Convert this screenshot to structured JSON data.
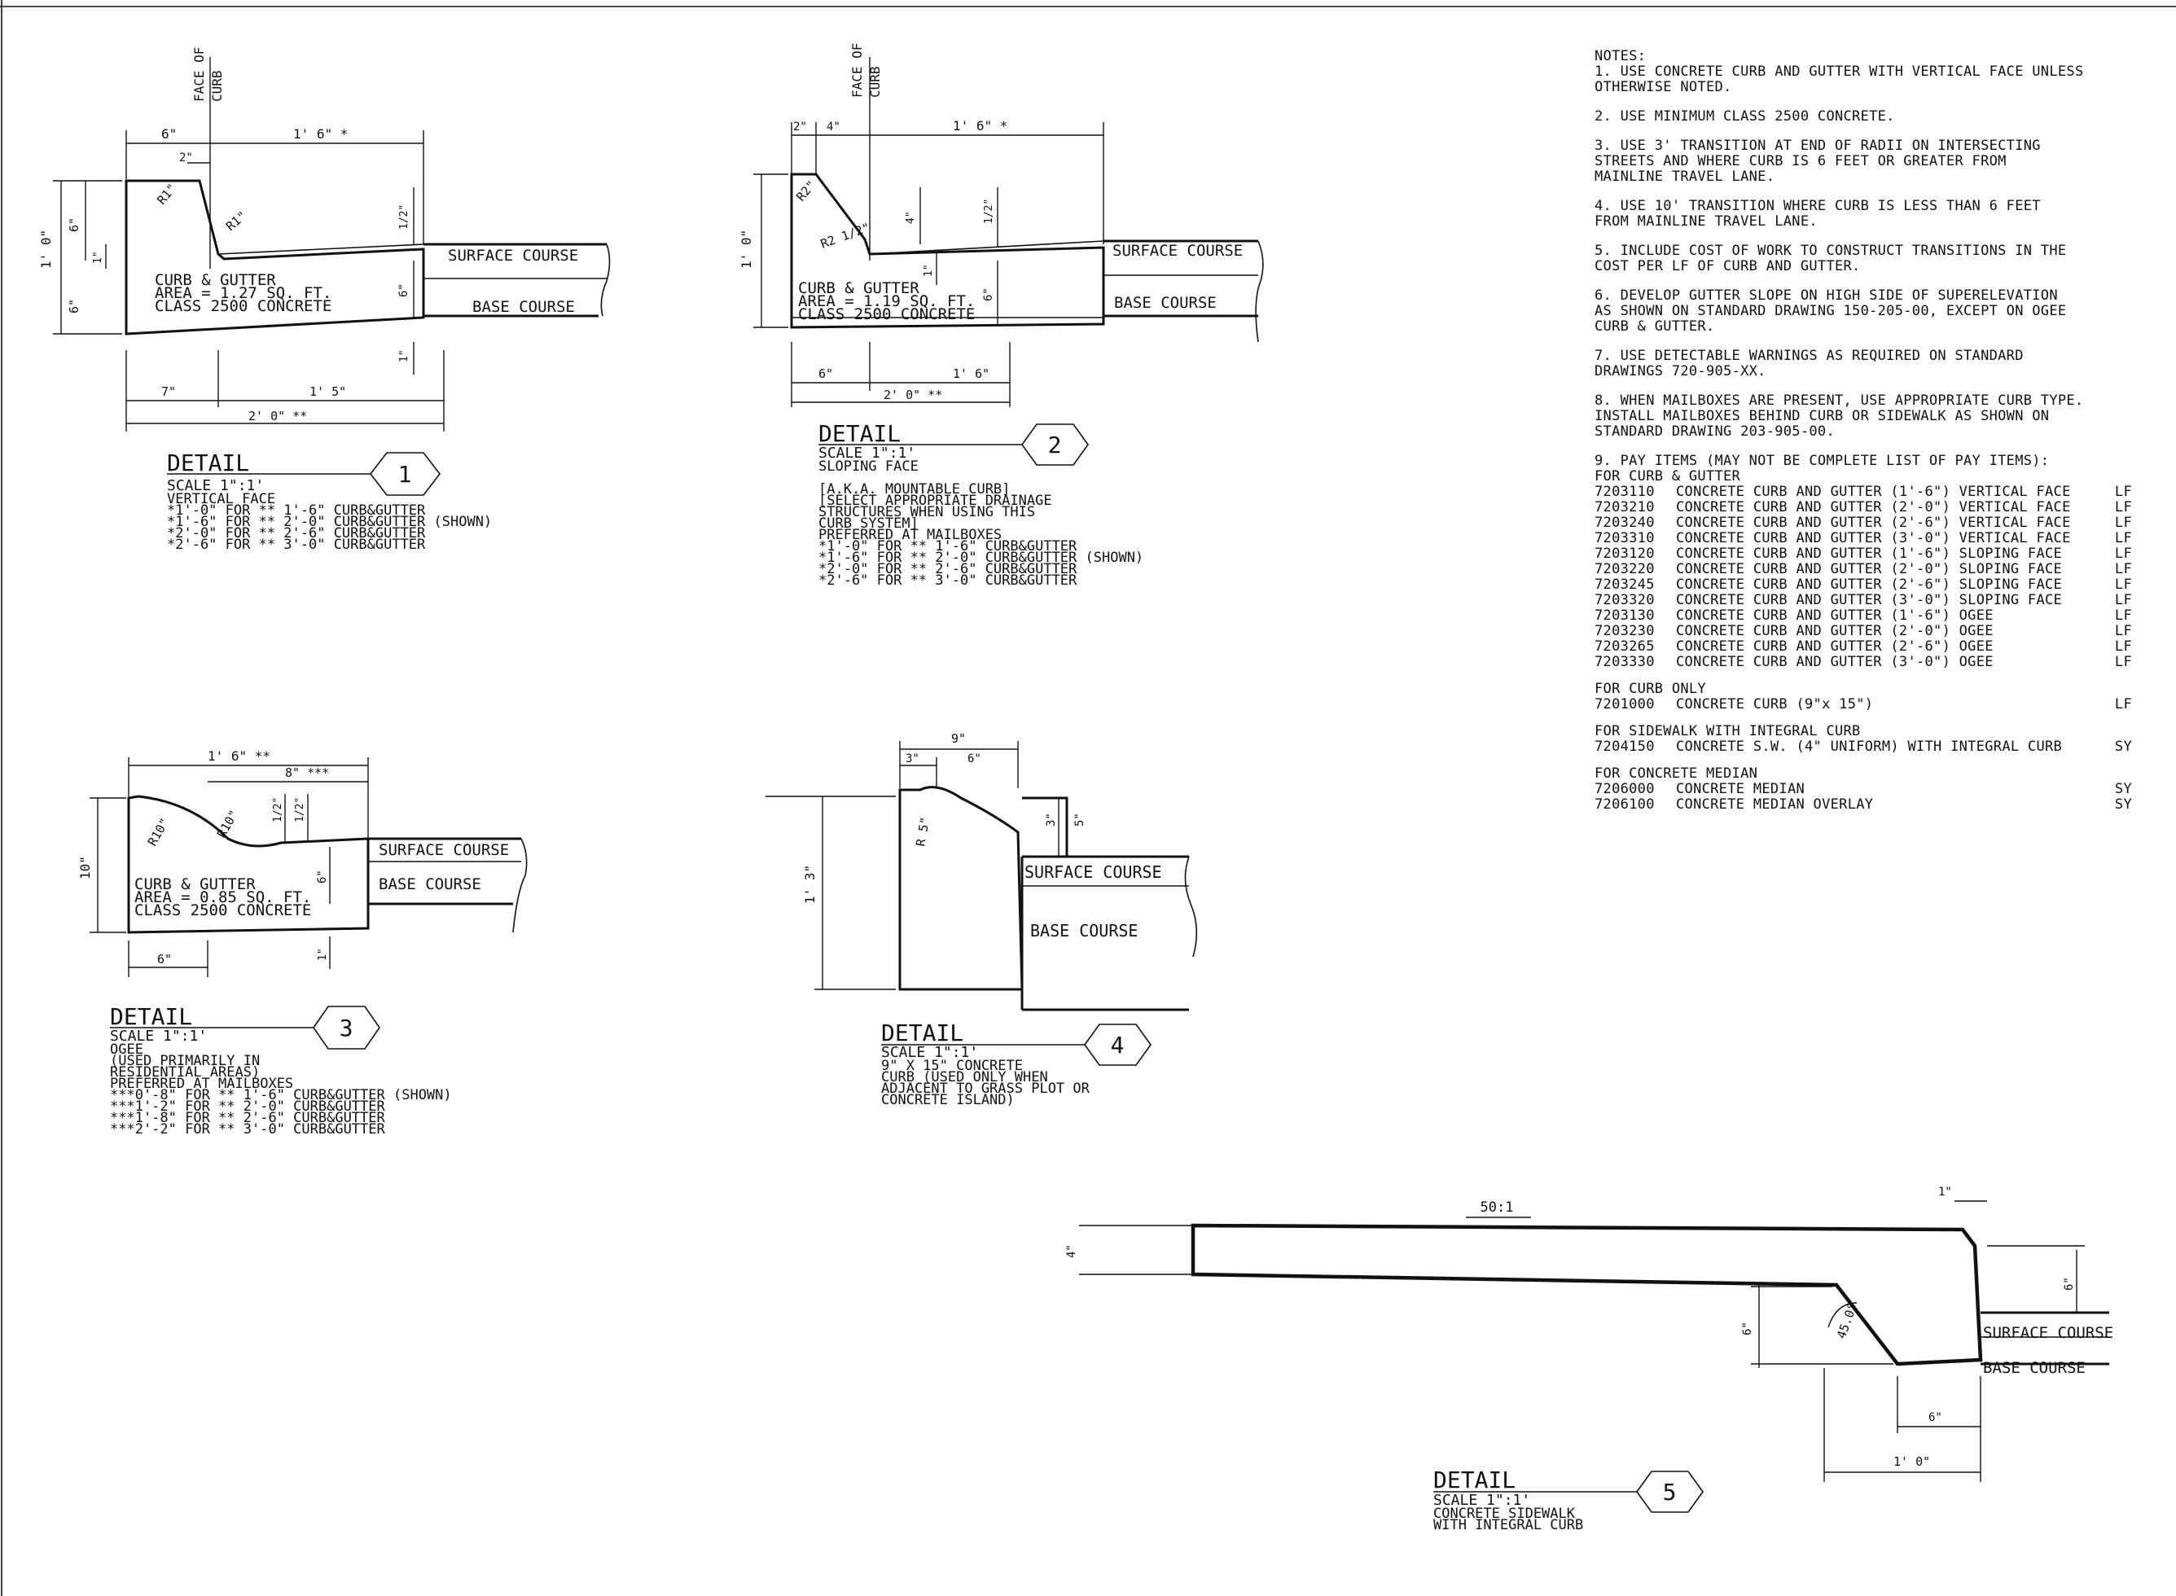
{
  "details": [
    {
      "number": "1",
      "title": "DETAIL",
      "scale": "SCALE 1\":1'",
      "lines": [
        "VERTICAL FACE",
        "*1'-0\" FOR ** 1'-6\" CURB&GUTTER",
        "*1'-6\" FOR ** 2'-0\" CURB&GUTTER (SHOWN)",
        "*2'-0\" FOR ** 2'-6\" CURB&GUTTER",
        "*2'-6\" FOR ** 3'-0\" CURB&GUTTER"
      ],
      "area_lines": [
        "CURB & GUTTER",
        "AREA = 1.27 SQ. FT.",
        "CLASS 2500 CONCRETE"
      ],
      "face_label": [
        "FACE OF",
        "CURB"
      ],
      "dims": {
        "top_left": "6\"",
        "top_right": "1' 6\" *",
        "top_small": "2\"",
        "r1": "R1\"",
        "r2": "R1\"",
        "left_h": "1' 0\"",
        "left_upper": "6\"",
        "left_lower": "6\"",
        "small1": "1\"",
        "right_half": "1/2\"",
        "right_six": "6\"",
        "right_one": "1\"",
        "bot_left": "7\"",
        "bot_right": "1' 5\"",
        "bot_total": "2' 0\" **"
      }
    },
    {
      "number": "2",
      "title": "DETAIL",
      "scale": "SCALE 1\":1'",
      "lines": [
        "SLOPING FACE",
        "",
        "[A.K.A. MOUNTABLE CURB]",
        "[SELECT APPROPRIATE DRAINAGE",
        "STRUCTURES WHEN USING THIS",
        "CURB SYSTEM]",
        "PREFERRED AT MAILBOXES",
        "*1'-0\" FOR ** 1'-6\" CURB&GUTTER",
        "*1'-6\" FOR ** 2'-0\" CURB&GUTTER (SHOWN)",
        "*2'-0\" FOR ** 2'-6\" CURB&GUTTER",
        "*2'-6\" FOR ** 3'-0\" CURB&GUTTER"
      ],
      "area_lines": [
        "CURB & GUTTER",
        "AREA = 1.19 SQ. FT.",
        "CLASS 2500 CONCRETE"
      ],
      "face_label": [
        "FACE OF",
        "CURB"
      ],
      "dims": {
        "top_a": "2\"",
        "top_b": "4\"",
        "top_right": "1' 6\" *",
        "r1": "R2\"",
        "r2": "R2 1/2\"",
        "left_h": "1' 0\"",
        "mid": "4\"",
        "right_half": "1/2\"",
        "right_six": "6\"",
        "one": "1\"",
        "bot_left": "6\"",
        "bot_right": "1' 6\"",
        "bot_total": "2' 0\" **"
      }
    },
    {
      "number": "3",
      "title": "DETAIL",
      "scale": "SCALE 1\":1'",
      "lines": [
        "OGEE",
        "(USED PRIMARILY IN",
        "RESIDENTIAL AREAS)",
        "PREFERRED AT MAILBOXES",
        "***0'-8\" FOR ** 1'-6\" CURB&GUTTER (SHOWN)",
        "***1'-2\" FOR ** 2'-0\" CURB&GUTTER",
        "***1'-8\" FOR ** 2'-6\" CURB&GUTTER",
        "***2'-2\" FOR ** 3'-0\" CURB&GUTTER"
      ],
      "area_lines": [
        "CURB & GUTTER",
        "AREA = 0.85 SQ. FT.",
        "CLASS 2500 CONCRETE"
      ],
      "dims": {
        "top": "1' 6\" **",
        "top_right": "8\" ***",
        "r1": "R10\"",
        "r2": "R10\"",
        "left_h": "10\"",
        "half1": "1/2\"",
        "half2": "1/2\"",
        "six": "6\"",
        "one": "1\"",
        "bot": "6\""
      }
    },
    {
      "number": "4",
      "title": "DETAIL",
      "scale": "SCALE 1\":1'",
      "lines": [
        "9\" X 15\" CONCRETE",
        "CURB (USED ONLY WHEN",
        "ADJACENT TO GRASS PLOT OR",
        "CONCRETE ISLAND)"
      ],
      "dims": {
        "top": "9\"",
        "top_a": "3\"",
        "top_b": "6\"",
        "r": "R 5\"",
        "left_h": "1' 3\"",
        "three": "3\"",
        "five": "5\""
      }
    },
    {
      "number": "5",
      "title": "DETAIL",
      "scale": "SCALE 1\":1'",
      "lines": [
        "CONCRETE SIDEWALK",
        "WITH INTEGRAL CURB"
      ],
      "dims": {
        "slope": "50:1",
        "top_right": "1\"",
        "left": "4\"",
        "right_h": "6\"",
        "mid": "6\"",
        "angle": "45.0°",
        "bot_a": "6\"",
        "bot_b": "1' 0\""
      }
    }
  ],
  "labels": {
    "surface_course": "SURFACE COURSE",
    "base_course": "BASE COURSE"
  },
  "notes": {
    "header": "NOTES:",
    "items": [
      "1. USE CONCRETE CURB AND GUTTER WITH VERTICAL FACE UNLESS\nOTHERWISE NOTED.",
      "2. USE MINIMUM CLASS 2500 CONCRETE.",
      "3. USE 3' TRANSITION AT END OF RADII ON INTERSECTING\nSTREETS AND WHERE CURB IS 6 FEET OR GREATER FROM\nMAINLINE TRAVEL LANE.",
      "4. USE 10' TRANSITION WHERE CURB IS LESS THAN 6 FEET\nFROM MAINLINE TRAVEL LANE.",
      "5. INCLUDE COST OF WORK TO CONSTRUCT TRANSITIONS IN THE\nCOST PER LF OF CURB AND GUTTER.",
      "6. DEVELOP GUTTER SLOPE ON HIGH SIDE OF SUPERELEVATION\nAS SHOWN ON STANDARD DRAWING 150-205-00, EXCEPT ON OGEE\nCURB & GUTTER.",
      "7. USE DETECTABLE WARNINGS AS REQUIRED ON STANDARD\nDRAWINGS 720-905-XX.",
      "8. WHEN MAILBOXES ARE PRESENT, USE APPROPRIATE CURB TYPE.\nINSTALL MAILBOXES BEHIND CURB OR SIDEWALK AS SHOWN ON\nSTANDARD DRAWING 203-905-00."
    ],
    "pay_header": "9. PAY ITEMS (MAY NOT BE COMPLETE LIST OF PAY ITEMS):",
    "pay_groups": [
      {
        "heading": "FOR CURB & GUTTER",
        "rows": [
          {
            "code": "7203110",
            "desc": "CONCRETE CURB AND GUTTER (1'-6\") VERTICAL FACE",
            "unit": "LF"
          },
          {
            "code": "7203210",
            "desc": "CONCRETE CURB AND GUTTER (2'-0\") VERTICAL FACE",
            "unit": "LF"
          },
          {
            "code": "7203240",
            "desc": "CONCRETE CURB AND GUTTER (2'-6\") VERTICAL FACE",
            "unit": "LF"
          },
          {
            "code": "7203310",
            "desc": "CONCRETE CURB AND GUTTER (3'-0\") VERTICAL FACE",
            "unit": "LF"
          },
          {
            "code": "7203120",
            "desc": "CONCRETE CURB AND GUTTER (1'-6\") SLOPING FACE",
            "unit": "LF"
          },
          {
            "code": "7203220",
            "desc": "CONCRETE CURB AND GUTTER (2'-0\") SLOPING FACE",
            "unit": "LF"
          },
          {
            "code": "7203245",
            "desc": "CONCRETE CURB AND GUTTER (2'-6\") SLOPING FACE",
            "unit": "LF"
          },
          {
            "code": "7203320",
            "desc": "CONCRETE CURB AND GUTTER (3'-0\") SLOPING FACE",
            "unit": "LF"
          },
          {
            "code": "7203130",
            "desc": "CONCRETE CURB AND GUTTER (1'-6\") OGEE",
            "unit": "LF"
          },
          {
            "code": "7203230",
            "desc": "CONCRETE CURB AND GUTTER (2'-0\") OGEE",
            "unit": "LF"
          },
          {
            "code": "7203265",
            "desc": "CONCRETE CURB AND GUTTER (2'-6\") OGEE",
            "unit": "LF"
          },
          {
            "code": "7203330",
            "desc": "CONCRETE CURB AND GUTTER (3'-0\") OGEE",
            "unit": "LF"
          }
        ]
      },
      {
        "heading": "FOR CURB ONLY",
        "rows": [
          {
            "code": "7201000",
            "desc": "CONCRETE CURB (9\"x 15\")",
            "unit": "LF"
          }
        ]
      },
      {
        "heading": "FOR SIDEWALK WITH INTEGRAL CURB",
        "rows": [
          {
            "code": "7204150",
            "desc": "CONCRETE S.W. (4\" UNIFORM) WITH INTEGRAL CURB",
            "unit": "SY"
          }
        ]
      },
      {
        "heading": "FOR CONCRETE MEDIAN",
        "rows": [
          {
            "code": "7206000",
            "desc": "CONCRETE MEDIAN",
            "unit": "SY"
          },
          {
            "code": "7206100",
            "desc": "CONCRETE MEDIAN OVERLAY",
            "unit": "SY"
          }
        ]
      }
    ]
  }
}
